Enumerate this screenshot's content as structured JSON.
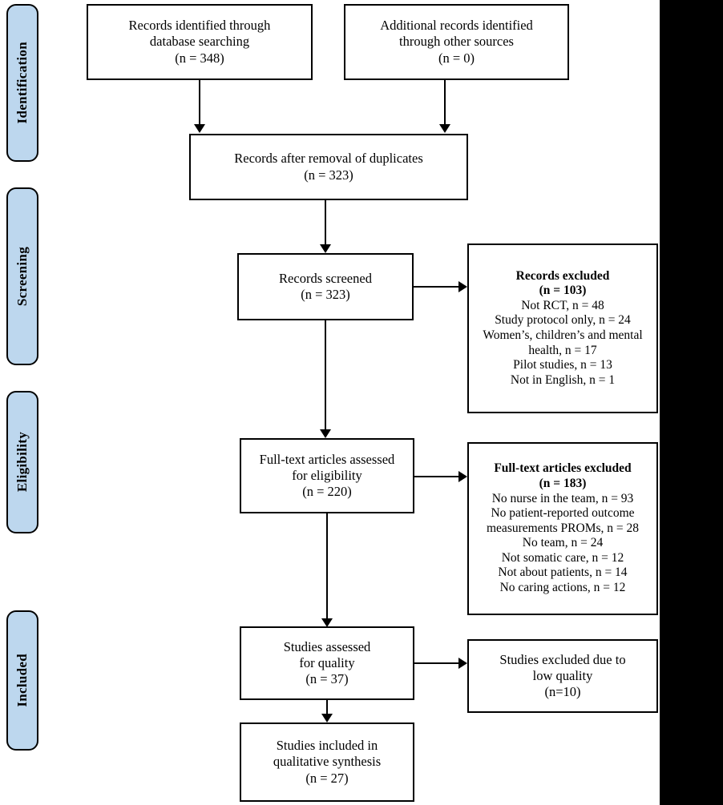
{
  "diagram": {
    "type": "prisma-flow-diagram",
    "stages": [
      {
        "id": "identification",
        "label": "Identification"
      },
      {
        "id": "screening",
        "label": "Screening"
      },
      {
        "id": "eligibility",
        "label": "Eligibility"
      },
      {
        "id": "included",
        "label": "Included"
      }
    ],
    "boxes": {
      "records_identified": {
        "lines": [
          "Records identified through",
          "database searching",
          "(n = 348)"
        ]
      },
      "additional_records": {
        "lines": [
          "Additional records identified",
          "through other sources",
          "(n = 0)"
        ]
      },
      "after_duplicates": {
        "lines": [
          "Records after removal of duplicates",
          "(n = 323)"
        ]
      },
      "records_screened": {
        "lines": [
          "Records screened",
          "(n = 323)"
        ]
      },
      "records_excluded": {
        "title": "Records excluded",
        "count": "(n = 103)",
        "reasons": [
          "Not RCT, n = 48",
          "Study protocol only, n = 24",
          "Women’s, children’s and mental health, n = 17",
          "Pilot studies, n = 13",
          "Not in English, n = 1"
        ]
      },
      "fulltext_assessed": {
        "lines": [
          "Full-text articles assessed",
          "for eligibility",
          "(n = 220)"
        ]
      },
      "fulltext_excluded": {
        "title": "Full-text articles excluded",
        "count": "(n = 183)",
        "reasons": [
          "No nurse in the team, n = 93",
          "No patient-reported outcome measurements PROMs, n = 28",
          "No team, n = 24",
          "Not somatic care, n = 12",
          "Not about patients, n = 14",
          "No caring actions, n = 12"
        ]
      },
      "studies_quality": {
        "lines": [
          "Studies assessed",
          "for quality",
          "(n = 37)"
        ]
      },
      "studies_excluded_quality": {
        "lines": [
          "Studies excluded due to",
          "low quality",
          "(n=10)"
        ]
      },
      "studies_included": {
        "lines": [
          "Studies included in",
          "qualitative synthesis",
          "(n = 27)"
        ]
      }
    },
    "colors": {
      "stage_tab_fill": "#bdd7ee",
      "line": "#000000",
      "box_fill": "#ffffff",
      "right_band": "#000000"
    }
  }
}
